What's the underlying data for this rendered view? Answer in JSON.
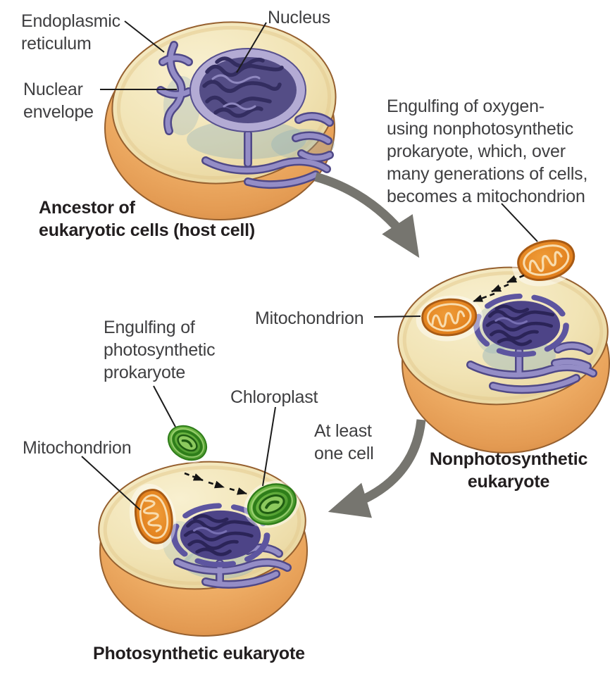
{
  "labels": {
    "endoplasmic_reticulum": "Endoplasmic\nreticulum",
    "nucleus": "Nucleus",
    "nuclear_envelope": "Nuclear\nenvelope",
    "ancestor_caption": "Ancestor of\neukaryotic cells (host cell)",
    "engulfing_mitochondrion_note": "Engulfing of oxygen-\nusing nonphotosynthetic\nprokaryote, which, over\nmany generations of cells,\nbecomes a mitochondrion",
    "mitochondrion_mid": "Mitochondrion",
    "nonphotosynthetic_caption": "Nonphotosynthetic\neukaryote",
    "engulfing_chloroplast_note": "Engulfing of\nphotosynthetic\nprokaryote",
    "chloroplast": "Chloroplast",
    "at_least_one_cell": "At least\none cell",
    "mitochondrion_bottom": "Mitochondrion",
    "photosynthetic_caption": "Photosynthetic eukaryote"
  },
  "colors": {
    "cell_body": "#eda85c",
    "cytoplasm": "#f1e3b4",
    "membrane_outline": "#96602f",
    "nucleus": "#544d86",
    "endoplasmic_reticulum": "#8a84c4",
    "mitochondrion": "#e5831f",
    "chloroplast": "#55ab35",
    "flow_arrow": "#76756f",
    "label_text": "#3f3f41",
    "caption_text": "#221e1f"
  }
}
